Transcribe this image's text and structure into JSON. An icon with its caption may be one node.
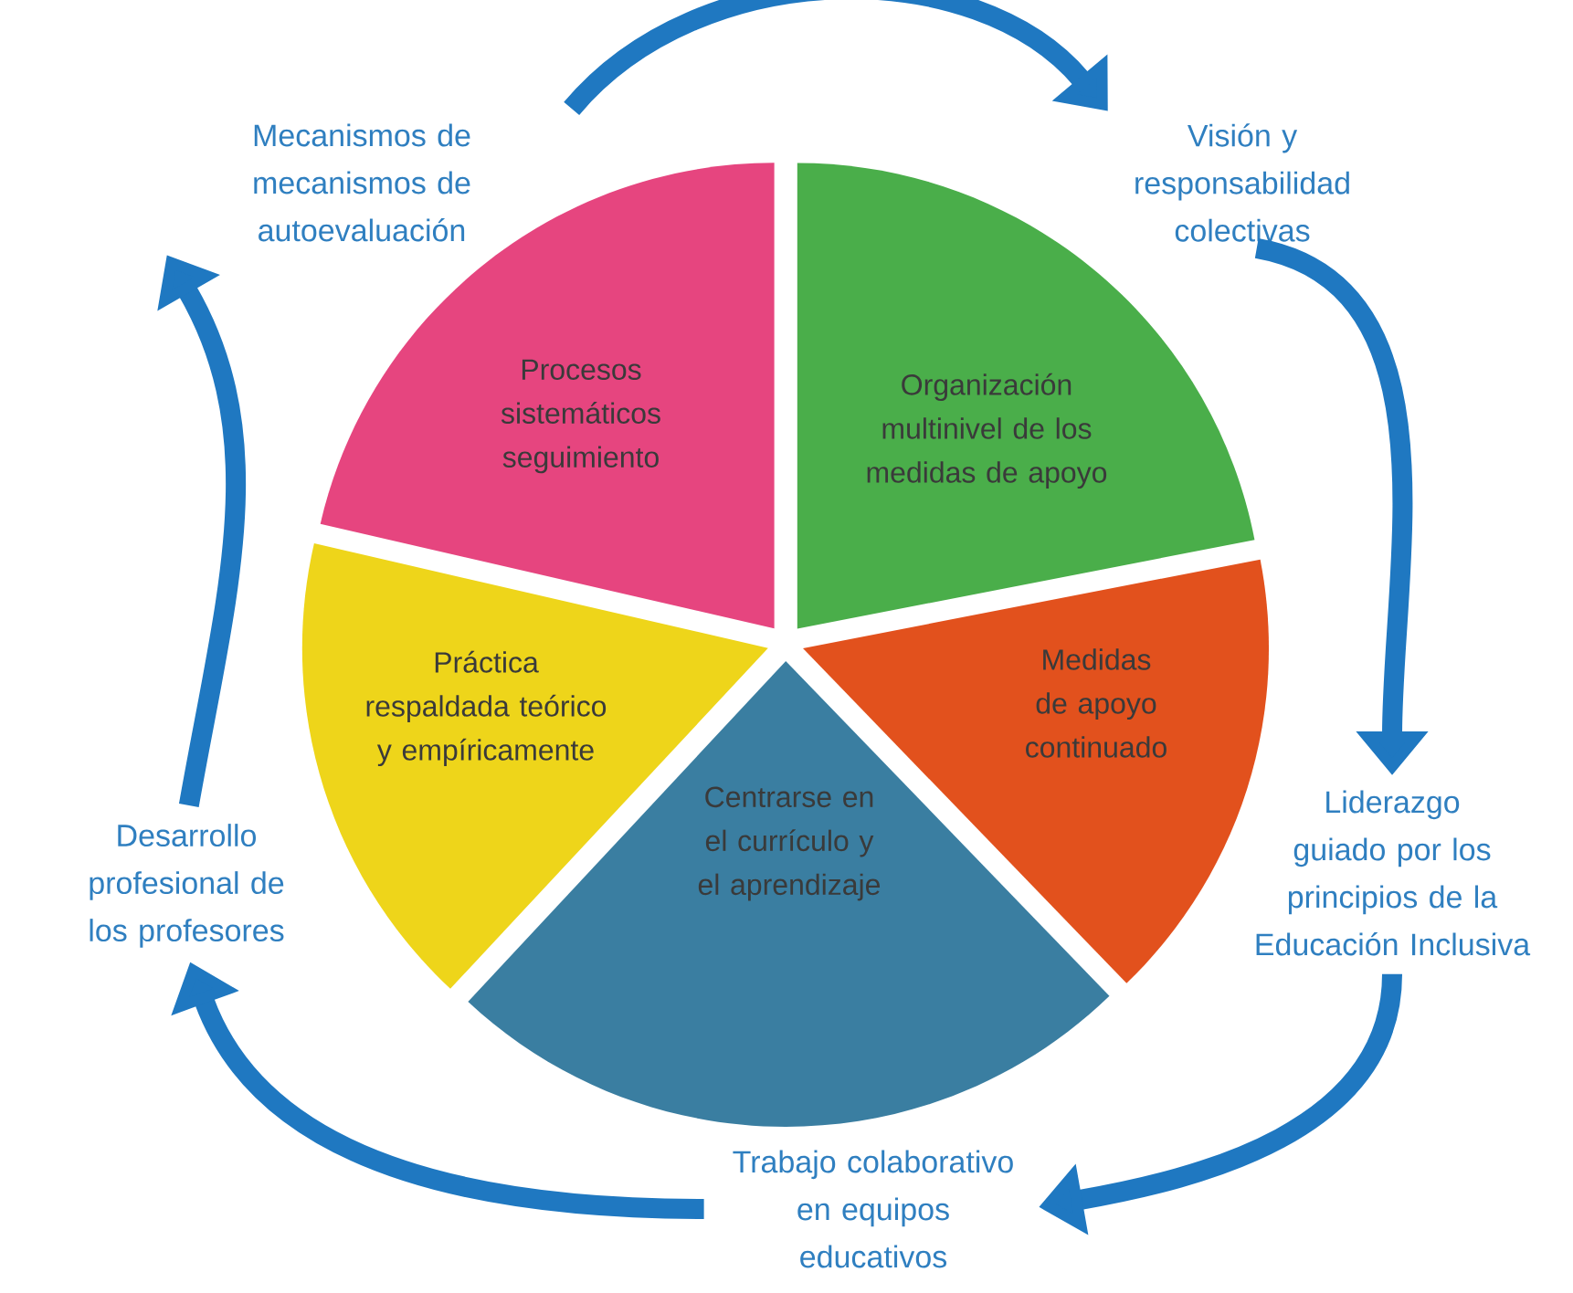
{
  "diagram": {
    "nodes": [
      {
        "text": [
          "Procesos sistemáticos seguimiento"
        ]
      },
      {
        "text": [
          "Organización multinivel de los medidas de apoyo"
        ]
      },
      {
        "text": [
          "Medidas de apoyo continuado"
        ]
      },
      {
        "text": [
          "Centrarse en el currículo y el aprendizaje"
        ]
      },
      {
        "text": [
          "Práctica respaldada teórico y empíricamente"
        ]
      },
      {
        "text": [
          "Mecanismos de mecanismos de autoevaluación"
        ]
      },
      {
        "text": [
          "Visión y responsabilidad colectivas"
        ]
      },
      {
        "text": [
          "Liderazgo guiado por los principios de la Educación Inclusiva"
        ]
      },
      {
        "text": [
          "Trabajo colaborativo en equipos educativos"
        ]
      },
      {
        "text": [
          "Desarrollo profesional de los profesores"
        ]
      }
    ],
    "edges": [
      {
        "from": 5,
        "to": 6,
        "arrow": "to"
      },
      {
        "from": 6,
        "to": 7,
        "arrow": "to"
      },
      {
        "from": 7,
        "to": 8,
        "arrow": "to"
      },
      {
        "from": 8,
        "to": 9,
        "arrow": "to"
      },
      {
        "from": 9,
        "to": 5,
        "arrow": "to"
      }
    ]
  }
}
